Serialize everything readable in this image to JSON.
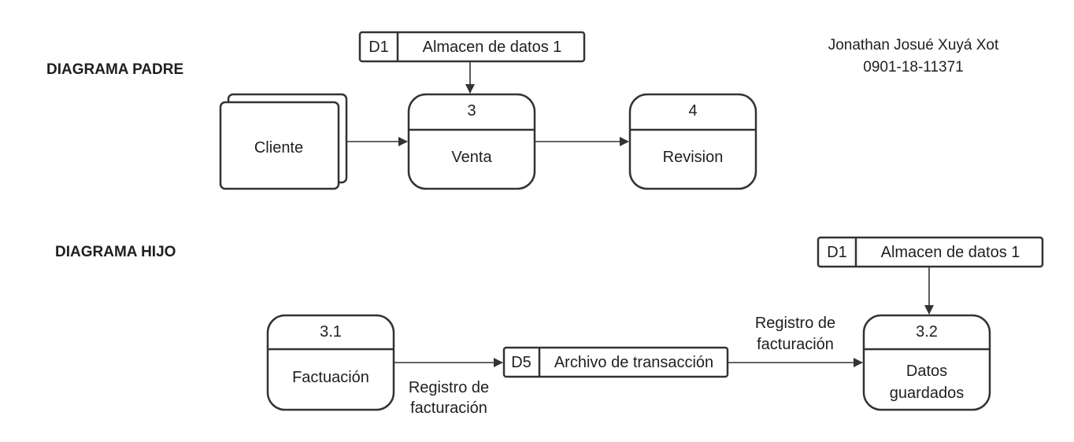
{
  "author": {
    "name": "Jonathan Josué Xuyá Xot",
    "id": "0901-18-11371"
  },
  "parent": {
    "heading": "DIAGRAMA PADRE",
    "store": {
      "code": "D1",
      "name": "Almacen de datos 1"
    },
    "entity": {
      "label": "Cliente"
    },
    "process_venta": {
      "number": "3",
      "label": "Venta"
    },
    "process_revision": {
      "number": "4",
      "label": "Revision"
    }
  },
  "child": {
    "heading": "DIAGRAMA HIJO",
    "store_d1": {
      "code": "D1",
      "name": "Almacen de datos 1"
    },
    "store_d5": {
      "code": "D5",
      "name": "Archivo de transacción"
    },
    "process_factuacion": {
      "number": "3.1",
      "label": "Factuación"
    },
    "process_datos": {
      "number": "3.2",
      "label_line1": "Datos",
      "label_line2": "guardados"
    },
    "flow_label_1": {
      "line1": "Registro de",
      "line2": "facturación"
    },
    "flow_label_2": {
      "line1": "Registro de",
      "line2": "facturación"
    }
  }
}
